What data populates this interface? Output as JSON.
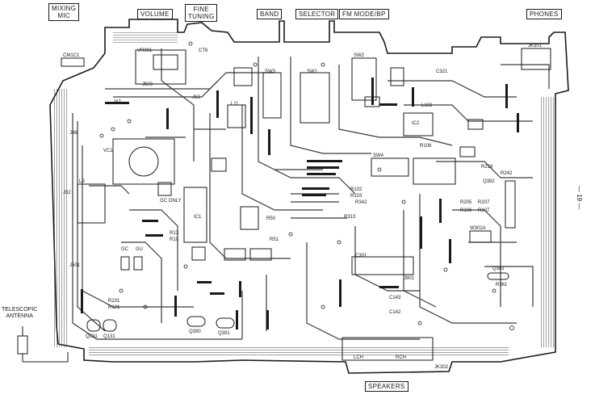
{
  "header_labels": {
    "mixing_mic": "MIXING\nMIC",
    "volume": "VOLUME",
    "fine_tuning": "FINE\nTUNING",
    "band": "BAND",
    "selector": "SELECTOR",
    "fm_mode": "FM MODE/BP",
    "phones": "PHONES",
    "speakers": "SPEAKERS"
  },
  "antenna_label": "TELESCOPIC\nANTENNA",
  "page_number": "— 19 —",
  "refs": {
    "vr301": "VR301",
    "j503": "J503",
    "ct6": "CT6",
    "cm1c1": "CM1C1",
    "sw3": "SW3",
    "sw1": "SW1",
    "sw2": "SW2",
    "jk301": "JK301",
    "vc1": "VC1",
    "ic1": "IC1",
    "l3": "L3",
    "c301": "C301",
    "q382": "Q382",
    "q381": "Q381",
    "q390": "Q390",
    "q391": "Q391",
    "q231": "Q231",
    "q131": "Q131",
    "r231": "R231",
    "r121": "R121",
    "r342": "R342",
    "r313": "R313",
    "r205": "R205",
    "r106": "R106",
    "r107": "R107",
    "r207": "R207",
    "r219": "R219",
    "r242": "R242",
    "r361": "R361",
    "r108": "R108",
    "r102": "R102",
    "r103": "R103",
    "r13": "R13",
    "r10": "R10",
    "r50": "R50",
    "r51": "R51",
    "w302a": "W302A",
    "jk302": "JK302",
    "lch": "LCH",
    "rch": "RCH",
    "j37": "J37",
    "j13": "J13",
    "j32": "J32",
    "j48": "J48",
    "j501": "J501",
    "gc": "GC",
    "gu": "GU",
    "gc_only": "GC ONLY",
    "sw4": "SW4",
    "ic2": "IC2",
    "l102": "L102",
    "l11": "L11",
    "c321": "C321",
    "j901": "J901",
    "c143": "C143",
    "c142": "C142"
  },
  "colors": {
    "ink": "#1a1a1a",
    "paper": "#ffffff",
    "trace": "#3a3a3a"
  }
}
